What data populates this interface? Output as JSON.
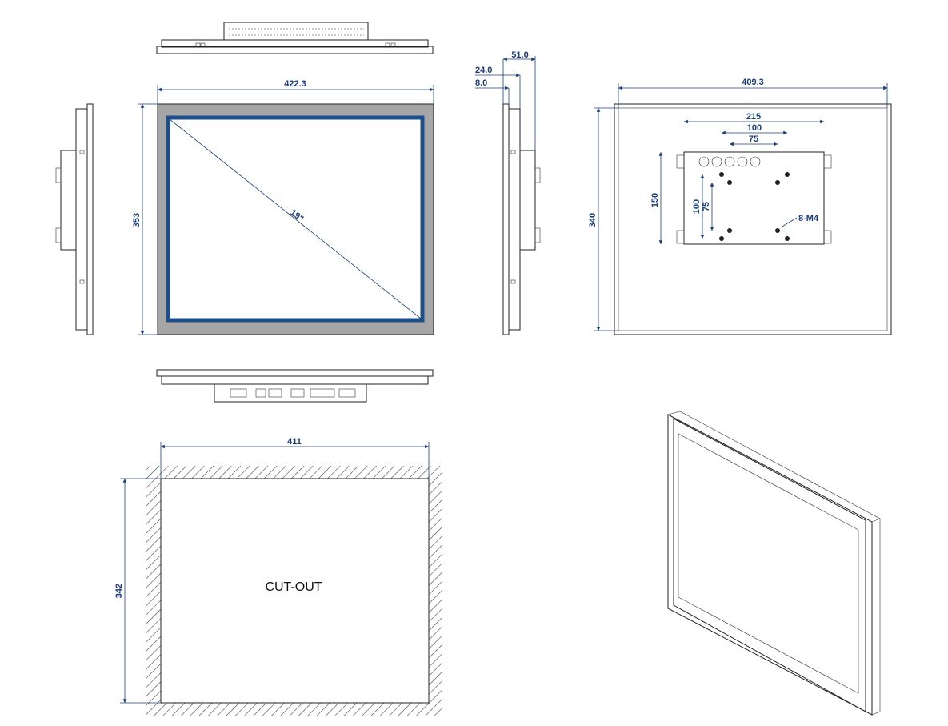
{
  "dimensions": {
    "front_width": "422.3",
    "front_height": "353",
    "diagonal": "19\"",
    "depth_total": "51.0",
    "depth_mid": "24.0",
    "depth_bezel": "8.0",
    "rear_width": "409.3",
    "rear_height": "340",
    "vesa_215": "215",
    "vesa_100h": "100",
    "vesa_75h": "75",
    "vesa_150v": "150",
    "vesa_100v": "100",
    "vesa_75v": "75",
    "screw_label": "8-M4",
    "cutout_width": "411",
    "cutout_height": "342"
  },
  "cutout_label": "CUT-OUT",
  "colors": {
    "dimension": "#1a3d7c",
    "bezel": "#a6a6a6",
    "screen_border": "#1f4e8c"
  }
}
